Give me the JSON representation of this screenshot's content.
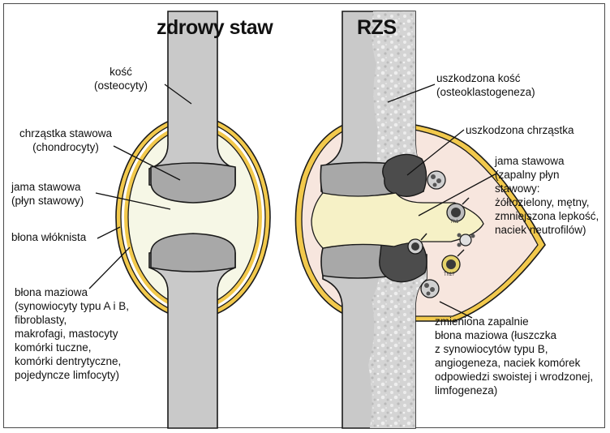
{
  "titles": {
    "healthy": "zdrowy staw",
    "ra": "RZS"
  },
  "healthy_labels": {
    "bone": [
      "kość",
      "(osteocyty)"
    ],
    "cartilage": [
      "chrząstka stawowa",
      "(chondrocyty)"
    ],
    "cavity": [
      "jama stawowa",
      "(płyn stawowy)"
    ],
    "fibrous_membrane": [
      "błona włóknista"
    ],
    "synovium": [
      "błona maziowa",
      "(synowiocyty typu A i B,",
      "fibroblasty,",
      "makrofagi, mastocyty",
      "komórki tuczne,",
      "komórki dentrytyczne,",
      "pojedyncze limfocyty)"
    ]
  },
  "ra_labels": {
    "bone": [
      "uszkodzona kość",
      "(osteoklastogeneza)"
    ],
    "cartilage": [
      "uszkodzona chrząstka"
    ],
    "cavity": [
      "jama stawowa",
      "(zapalny płyn",
      "stawowy:",
      "żółtozielony, mętny,",
      "zmniejszona lepkość,",
      "naciek neutrofilów)"
    ],
    "synovium": [
      "zmieniona zapalnie",
      "błona maziowa (łuszczka",
      "z synowiocytów typu B,",
      "angiogeneza, naciek komórek",
      "odpowiedzi swoistej i wrodzonej,",
      "limfogeneza)"
    ]
  },
  "cell_labels": [
    "Th1",
    "Th17"
  ],
  "colors": {
    "bone": "#c9c9c9",
    "cartilage": "#a8a8a8",
    "damaged_cartilage": "#4c4c4c",
    "capsule_yellow": "#f2c94c",
    "healthy_fluid": "#f6f7e6",
    "inflamed_synovium": "#f7e6de",
    "inflamed_fluid": "#f6f1c6",
    "outline": "#1a1a1a"
  }
}
